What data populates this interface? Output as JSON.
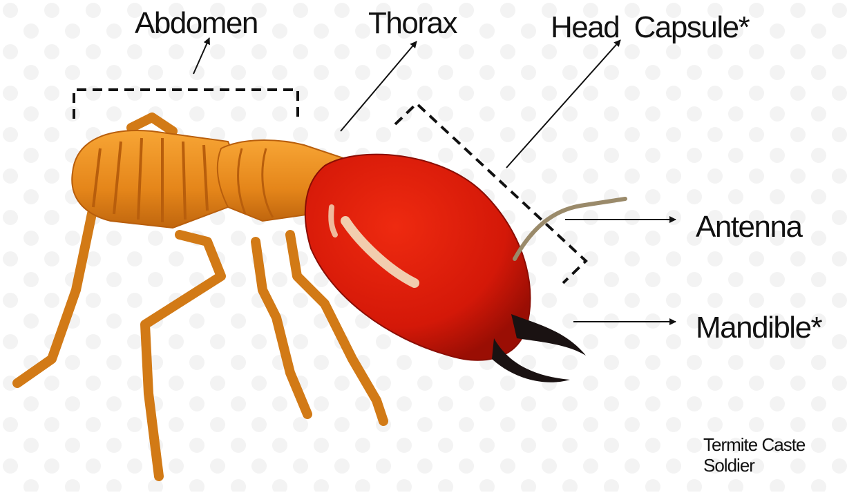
{
  "labels": {
    "abdomen": "Abdomen",
    "thorax": "Thorax",
    "head_capsule": "Head  Capsule*",
    "antenna": "Antenna",
    "mandible": "Mandible*"
  },
  "caption": {
    "line1": "Termite Caste",
    "line2": "Soldier"
  },
  "colors": {
    "head": "#d81a0a",
    "body": "#e88a1c",
    "mandible": "#1a1212",
    "line": "#111111",
    "background_tile": "#f4f4f4"
  }
}
